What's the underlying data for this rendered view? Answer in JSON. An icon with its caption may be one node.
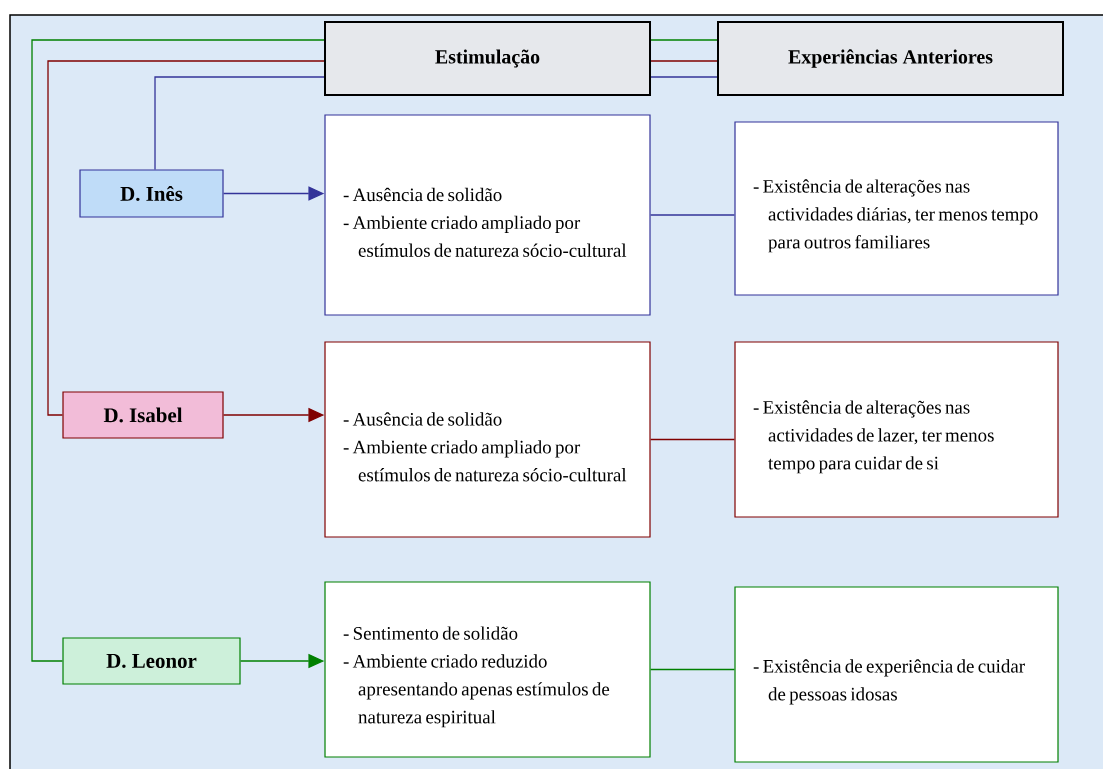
{
  "diagram": {
    "nodes": [
      {
        "text": [
          "Estimulação"
        ]
      },
      {
        "text": [
          "Experiências Anteriores"
        ]
      },
      {
        "text": [
          "D. Inês"
        ]
      },
      {
        "text": [
          "- Ausência de solidão",
          "- Ambiente criado ampliado por estímulos de natureza sócio-cultural"
        ]
      },
      {
        "text": [
          "- Existência de alterações nas actividades diárias, ter menos tempo para outros familiares"
        ]
      },
      {
        "text": [
          "D. Isabel"
        ]
      },
      {
        "text": [
          "- Ausência de solidão",
          "- Ambiente criado ampliado por estímulos de natureza sócio-cultural"
        ]
      },
      {
        "text": [
          "- Existência de alterações nas actividades de lazer, ter menos tempo para cuidar de si"
        ]
      },
      {
        "text": [
          "D. Leonor"
        ]
      },
      {
        "text": [
          "- Sentimento de solidão",
          "- Ambiente criado reduzido apresentando apenas estímulos de natureza espiritual"
        ]
      },
      {
        "text": [
          "- Existência de experiência de cuidar de pessoas idosas"
        ]
      }
    ],
    "edges": [
      {
        "from": 2,
        "to": 0,
        "arrow": "none",
        "color": "#333399"
      },
      {
        "from": 5,
        "to": 0,
        "arrow": "none",
        "color": "#800000"
      },
      {
        "from": 8,
        "to": 0,
        "arrow": "none",
        "color": "#008000"
      },
      {
        "from": 0,
        "to": 1,
        "arrow": "none",
        "color": "#008000"
      },
      {
        "from": 0,
        "to": 1,
        "arrow": "none",
        "color": "#800000"
      },
      {
        "from": 0,
        "to": 1,
        "arrow": "none",
        "color": "#333399"
      },
      {
        "from": 2,
        "to": 3,
        "arrow": "to",
        "color": "#333399"
      },
      {
        "from": 3,
        "to": 4,
        "arrow": "none",
        "color": "#333399"
      },
      {
        "from": 5,
        "to": 6,
        "arrow": "to",
        "color": "#800000"
      },
      {
        "from": 6,
        "to": 7,
        "arrow": "none",
        "color": "#800000"
      },
      {
        "from": 8,
        "to": 9,
        "arrow": "to",
        "color": "#008000"
      },
      {
        "from": 9,
        "to": 10,
        "arrow": "none",
        "color": "#008000"
      }
    ]
  }
}
